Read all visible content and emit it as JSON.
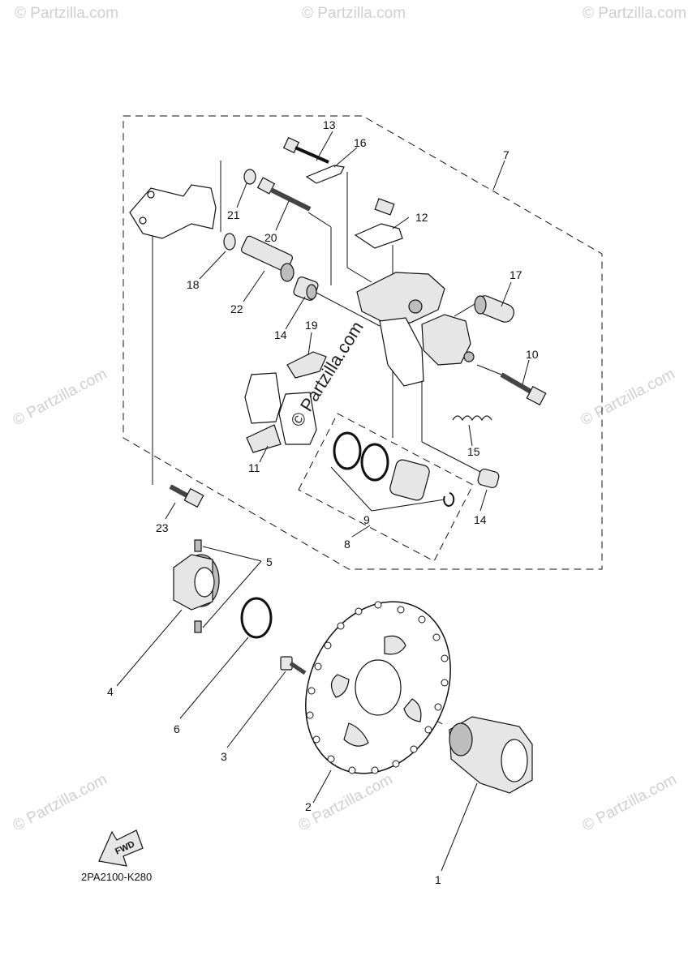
{
  "diagram_code": "2PA2100-K280",
  "fwd_label": "FWD",
  "watermark": "© Partzilla.com",
  "callouts": {
    "c1": "1",
    "c2": "2",
    "c3": "3",
    "c4": "4",
    "c5": "5",
    "c6": "6",
    "c7": "7",
    "c8": "8",
    "c9": "9",
    "c10": "10",
    "c11": "11",
    "c12": "12",
    "c13": "13",
    "c14a": "14",
    "c14b": "14",
    "c15": "15",
    "c16": "16",
    "c17": "17",
    "c18": "18",
    "c19": "19",
    "c20": "20",
    "c21": "21",
    "c22": "22",
    "c23": "23"
  }
}
